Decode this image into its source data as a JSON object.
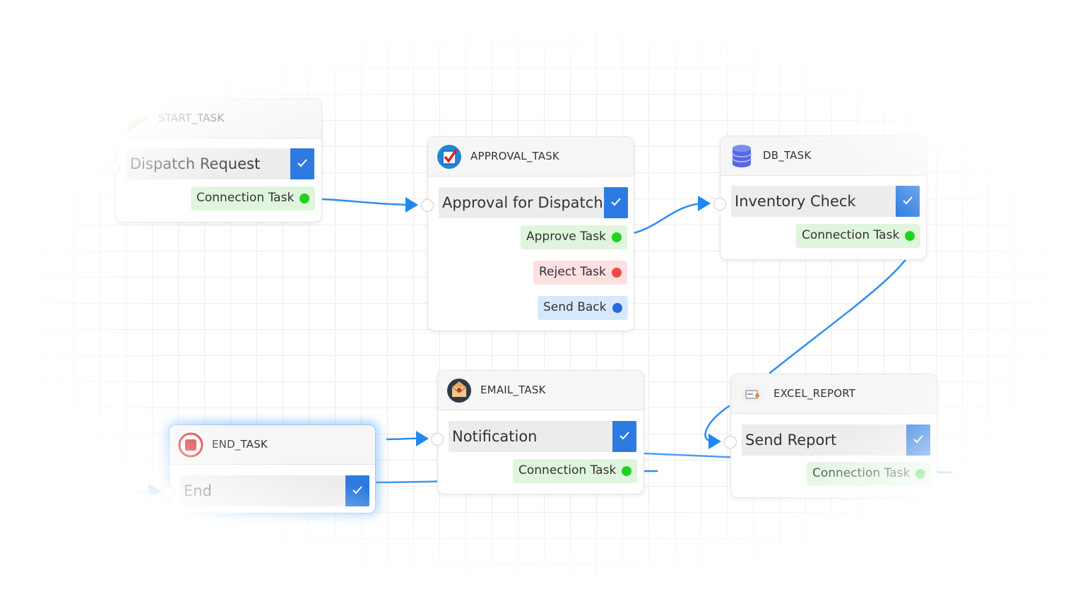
{
  "colors": {
    "edge": "#2f8cf0",
    "check_button": "#2d7be0",
    "connection_green": "#1ed21e",
    "reject_red": "#f04a4a",
    "sendback_blue": "#2868e0"
  },
  "nodes": {
    "start": {
      "type": "START_TASK",
      "icon": "play-icon",
      "title": "Dispatch Request",
      "outputs": [
        {
          "label": "Connection Task",
          "status": "green"
        }
      ]
    },
    "approval": {
      "type": "APPROVAL_TASK",
      "icon": "approval-checkbox-icon",
      "title": "Approval for Dispatch",
      "outputs": [
        {
          "label": "Approve Task",
          "status": "green"
        },
        {
          "label": "Reject Task",
          "status": "red"
        },
        {
          "label": "Send Back",
          "status": "blue"
        }
      ]
    },
    "db": {
      "type": "DB_TASK",
      "icon": "database-icon",
      "title": "Inventory Check",
      "outputs": [
        {
          "label": "Connection Task",
          "status": "green"
        }
      ]
    },
    "email": {
      "type": "EMAIL_TASK",
      "icon": "email-envelope-icon",
      "title": "Notification",
      "outputs": [
        {
          "label": "Connection Task",
          "status": "green"
        }
      ]
    },
    "excel": {
      "type": "EXCEL_REPORT",
      "icon": "excel-report-icon",
      "title": "Send Report",
      "outputs": [
        {
          "label": "Connection Task",
          "status": "green"
        }
      ]
    },
    "end": {
      "type": "END_TASK",
      "icon": "stop-icon",
      "title": "End",
      "selected": true
    }
  }
}
